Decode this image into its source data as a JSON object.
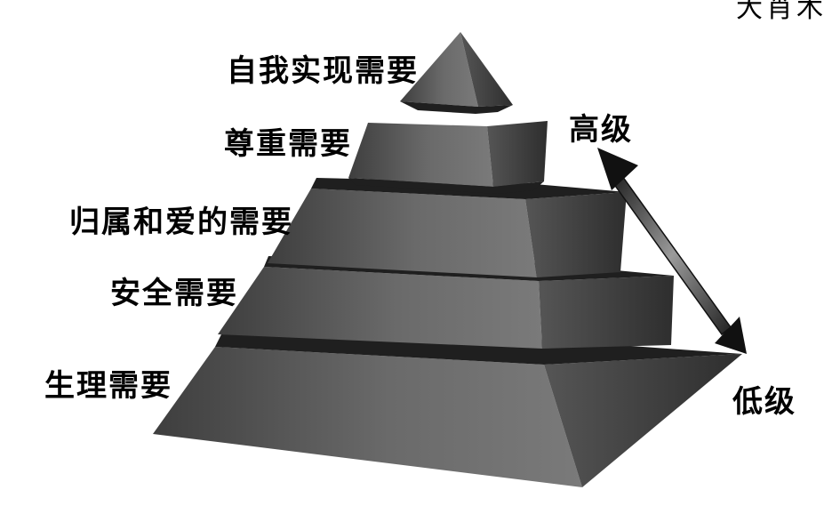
{
  "levels": [
    {
      "label": "自我实现需要"
    },
    {
      "label": "尊重需要"
    },
    {
      "label": "归属和爱的需要"
    },
    {
      "label": "安全需要"
    },
    {
      "label": "生理需要"
    }
  ],
  "arrow": {
    "high_label": "高级",
    "low_label": "低级"
  },
  "corner_text": "大肖木",
  "colors": {
    "face_front": "#5a5a5a",
    "face_side": "#3c3c3c",
    "gap": "#1c1c1c",
    "arrow": "#111111"
  }
}
